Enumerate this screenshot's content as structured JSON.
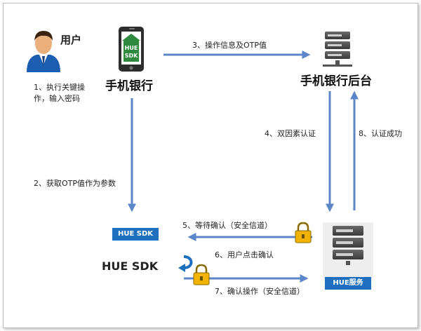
{
  "nodes": {
    "user": {
      "label": "用户"
    },
    "mobile_bank": {
      "label": "手机银行",
      "phone_text_1": "HUE",
      "phone_text_2": "SDK"
    },
    "backend": {
      "label": "手机银行后台"
    },
    "sdk": {
      "badge": "HUE SDK",
      "label": "HUE SDK"
    },
    "hue_service": {
      "badge": "HUE服务"
    }
  },
  "steps": {
    "s1_line1": "1、执行关键操",
    "s1_line2": "作，输入密码",
    "s2": "2、获取OTP值作为参数",
    "s3": "3、操作信息及OTP值",
    "s4": "4、双因素认证",
    "s5": "5、等待确认（安全信道）",
    "s6": "6、用户点击确认",
    "s7": "7、确认操作（安全信道）",
    "s8": "8、认证成功"
  },
  "colors": {
    "arrow": "#5b86c8",
    "badge": "#1e6fbf",
    "lock": "#f2b400",
    "server": "#555555"
  }
}
